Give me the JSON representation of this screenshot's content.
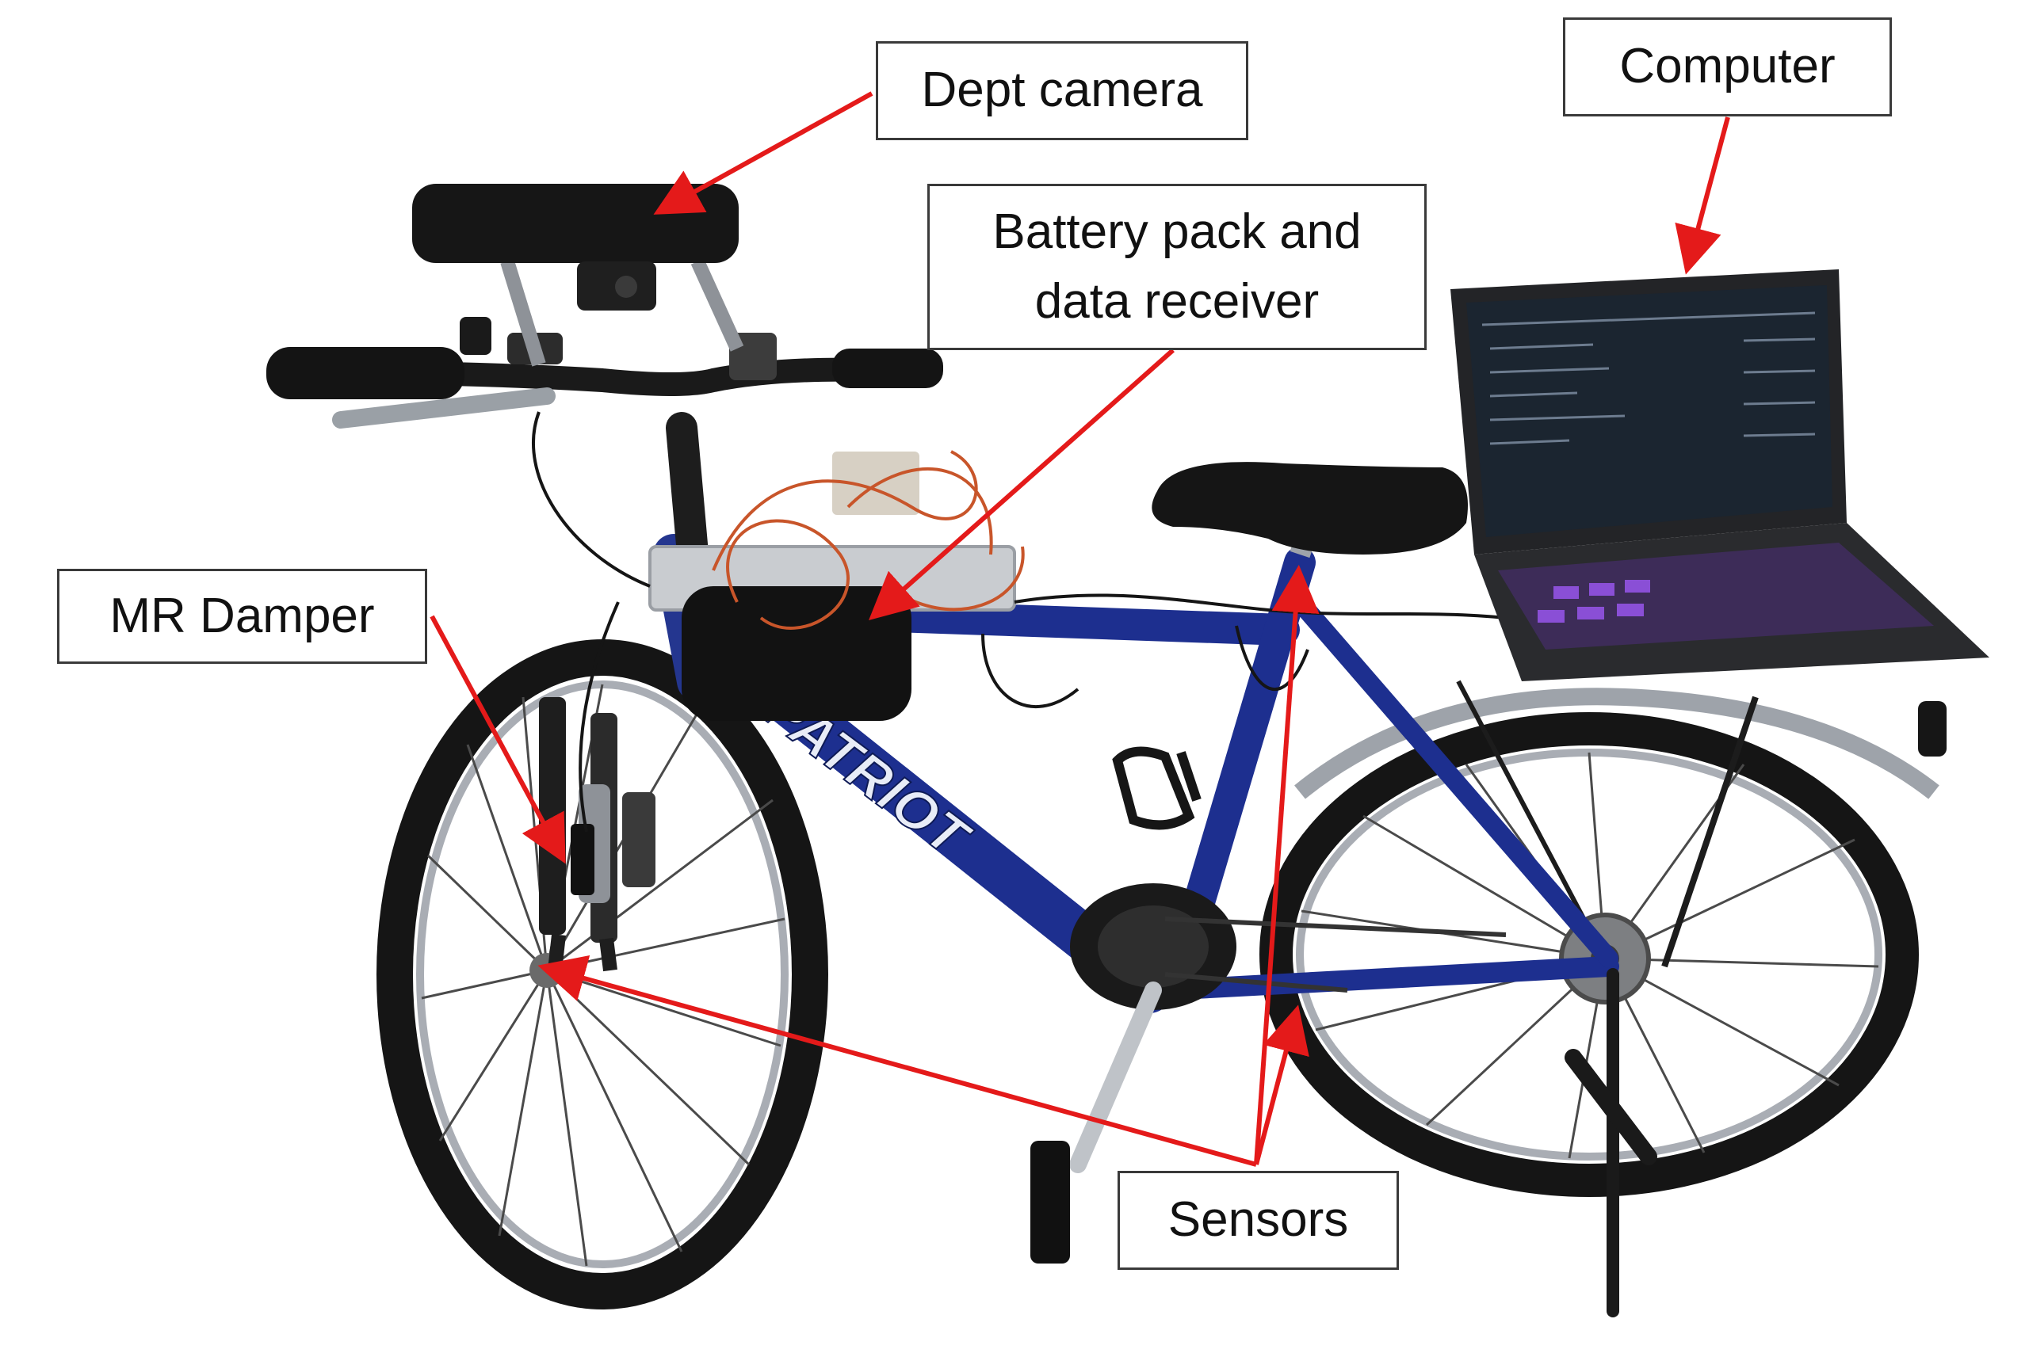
{
  "callouts": {
    "dept_camera": "Dept camera",
    "computer": "Computer",
    "battery_pack": "Battery pack and\ndata receiver",
    "mr_damper": "MR Damper",
    "sensors": "Sensors"
  },
  "frame_text": "PATRIOT",
  "colors": {
    "frame": "#1d2f8f",
    "arrow": "#e41a1a",
    "tire": "#1a1a1a",
    "rim": "#a9adb4",
    "laptop_body": "#2a2b2e",
    "keyboard_glow": "#8a4fd6",
    "wiring": "#c8552a"
  }
}
